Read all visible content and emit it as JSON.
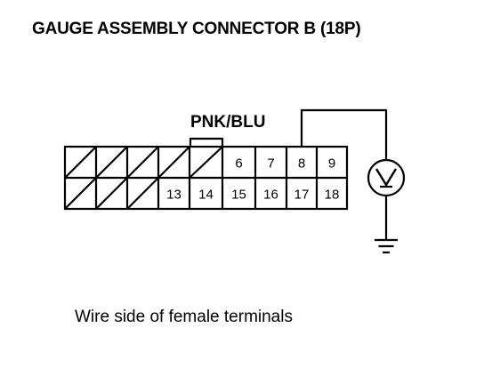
{
  "title": "GAUGE ASSEMBLY CONNECTOR B (18P)",
  "wire_label": "PNK/BLU",
  "caption": "Wire side of female terminals",
  "connector": {
    "top_row": [
      "",
      "",
      "",
      "",
      "",
      "6",
      "7",
      "8",
      "9"
    ],
    "bottom_row": [
      "",
      "",
      "",
      "13",
      "14",
      "15",
      "16",
      "17",
      "18"
    ],
    "hatched_top": [
      0,
      1,
      2,
      3,
      4
    ],
    "hatched_bottom": [
      0,
      1,
      2
    ]
  },
  "meter": {
    "symbol": "V"
  }
}
